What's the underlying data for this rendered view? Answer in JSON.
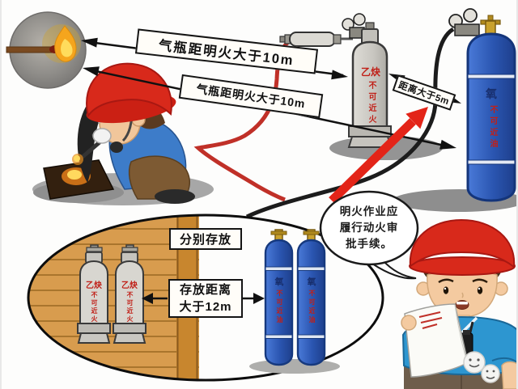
{
  "callouts": {
    "flame1": "气瓶距明火大于10m",
    "flame2": "气瓶距明火大于10m",
    "spacing5m": "距离大于5m",
    "store_separately": "分别存放",
    "storage_dist1": "存放距离",
    "storage_dist2": "大于12m"
  },
  "bubble": {
    "line1": "明火作业应",
    "line2": "履行动火审",
    "line3": "批手续。"
  },
  "cyl": {
    "acetylene": {
      "name": "乙炔",
      "warning": "不可近火"
    },
    "oxygen": {
      "name": "氧",
      "warning": "不可近油"
    }
  },
  "icons": {
    "flame": "burning-match",
    "watermark": "wechat-chat-bubbles-emoji"
  },
  "colors": {
    "helmet_red": "#d8291b",
    "oxygen_blue": "#2f62c4",
    "acetylene_gray": "#d6d4ce",
    "wood": "#d79a4c",
    "arrow_red": "#e32418",
    "warning_text_red": "#c02018",
    "shirt_blue": "#2d96d0"
  }
}
